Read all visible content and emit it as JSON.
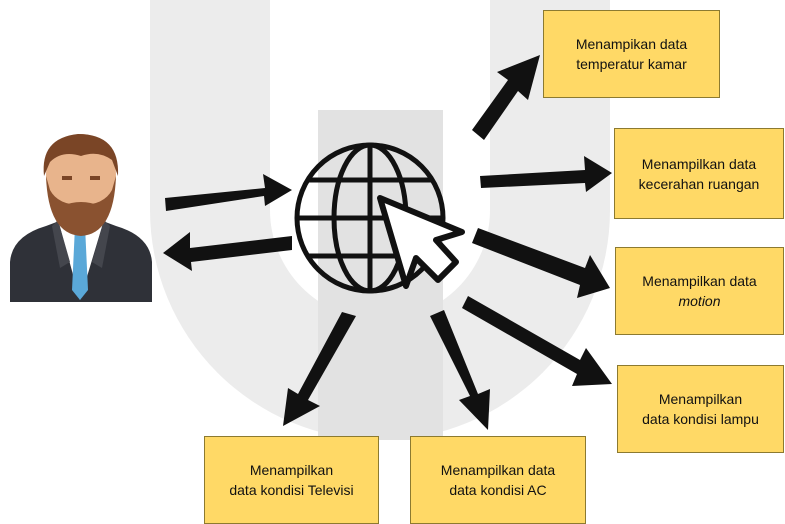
{
  "colors": {
    "box_fill": "#ffd966",
    "arrow": "#111111",
    "watermark": "#e6e6e6"
  },
  "icons": [
    "user-avatar-icon",
    "globe-cursor-icon"
  ],
  "boxes": [
    {
      "id": "temperatur",
      "line1": "Menampikan data",
      "line2": "temperatur kamar"
    },
    {
      "id": "kecerahan",
      "line1": "Menampilkan data",
      "line2": "kecerahan ruangan"
    },
    {
      "id": "motion",
      "line1": "Menampilkan data",
      "line2": "motion"
    },
    {
      "id": "lampu",
      "line1": "Menampilkan",
      "line2": "data kondisi lampu"
    },
    {
      "id": "ac",
      "line1": "Menampilkan data",
      "line2": "data kondisi AC"
    },
    {
      "id": "televisi",
      "line1": "Menampilkan",
      "line2": "data kondisi Televisi"
    }
  ]
}
